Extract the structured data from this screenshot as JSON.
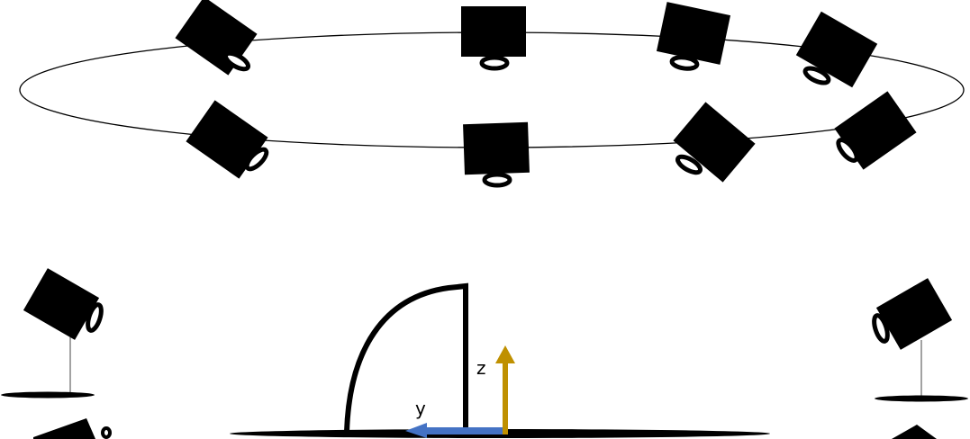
{
  "diagram": {
    "axes": {
      "z_label": "z",
      "y_label": "y",
      "z_color": "#bf9000",
      "y_color": "#4472c4"
    },
    "ring_camera_count": 8,
    "standalone_camera_count": 4
  }
}
